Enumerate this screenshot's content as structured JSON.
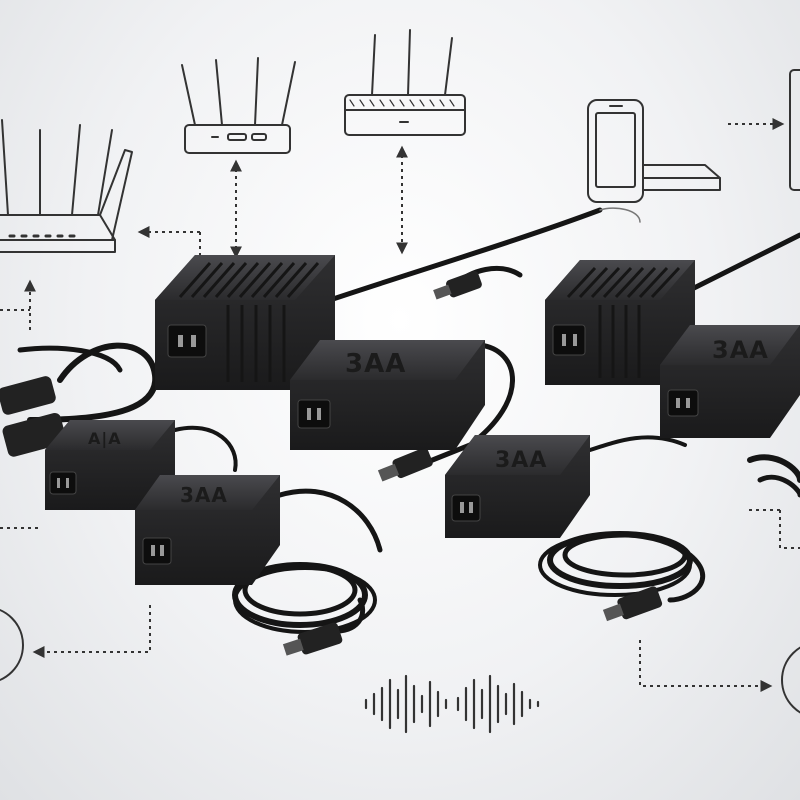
{
  "colors": {
    "adapter_body": "#2b2b2d",
    "adapter_highlight": "#4a4a4e",
    "sketch_line": "#333333",
    "background": "#f1f2f4"
  },
  "adapters": [
    {
      "label": ""
    },
    {
      "label": "3AA"
    },
    {
      "label": ""
    },
    {
      "label": "3AA"
    },
    {
      "label": "A|A"
    },
    {
      "label": "3AA"
    },
    {
      "label": "3AA"
    }
  ],
  "sketches": [
    {
      "icon": "router-four-antenna-icon"
    },
    {
      "icon": "router-five-antenna-icon"
    },
    {
      "icon": "router-small-icon"
    },
    {
      "icon": "phone-icon"
    },
    {
      "icon": "laptop-icon"
    },
    {
      "icon": "monitor-icon"
    },
    {
      "icon": "circle-device-icon"
    },
    {
      "icon": "sound-wave-icon"
    }
  ]
}
